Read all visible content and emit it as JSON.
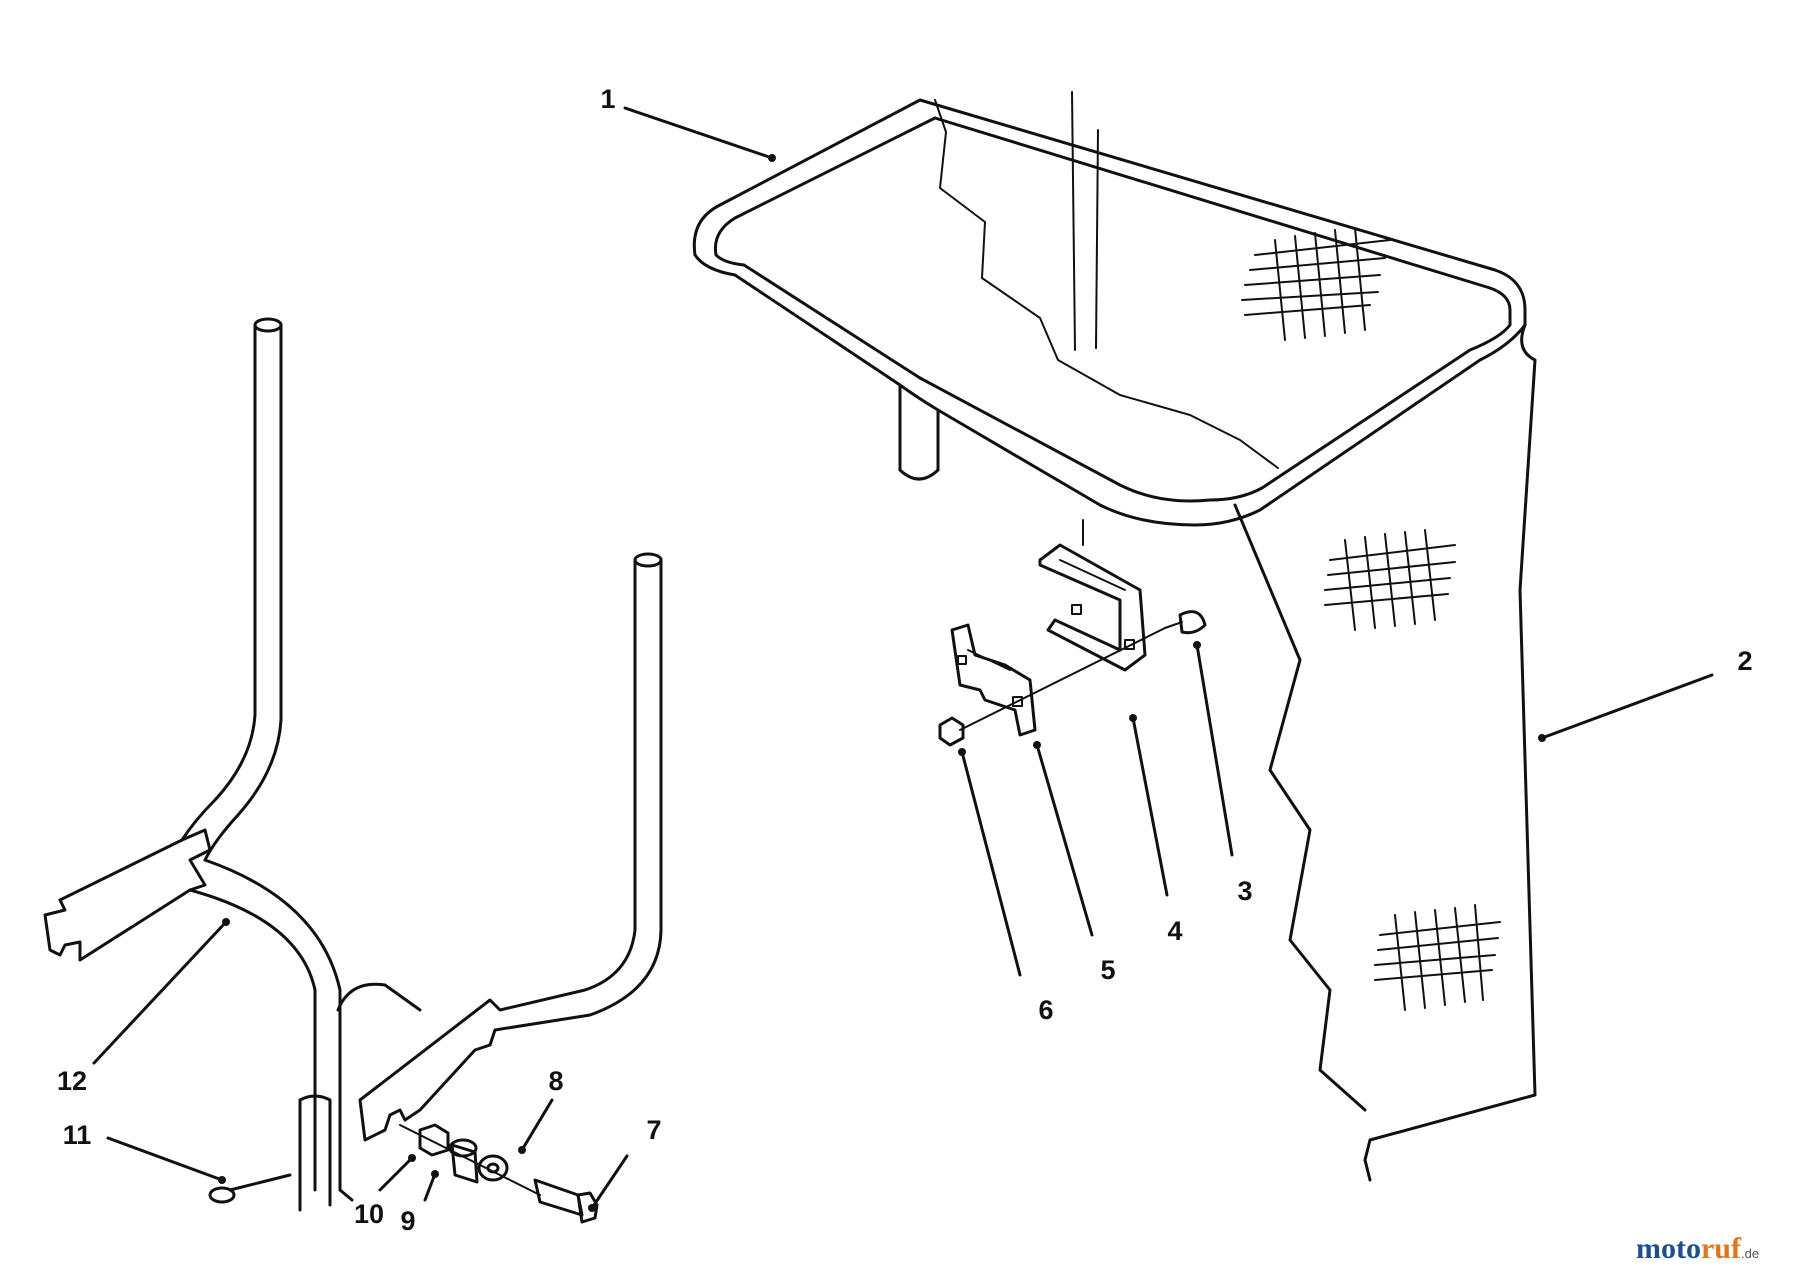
{
  "callouts": [
    "1",
    "2",
    "3",
    "4",
    "5",
    "6",
    "7",
    "8",
    "9",
    "10",
    "11",
    "12"
  ],
  "watermark": {
    "part1": "moto",
    "part2": "ruf",
    "suffix": ".de"
  },
  "colors": {
    "line": "#111111",
    "watermark_blue": "#1f4e8c",
    "watermark_orange": "#e0761b"
  }
}
